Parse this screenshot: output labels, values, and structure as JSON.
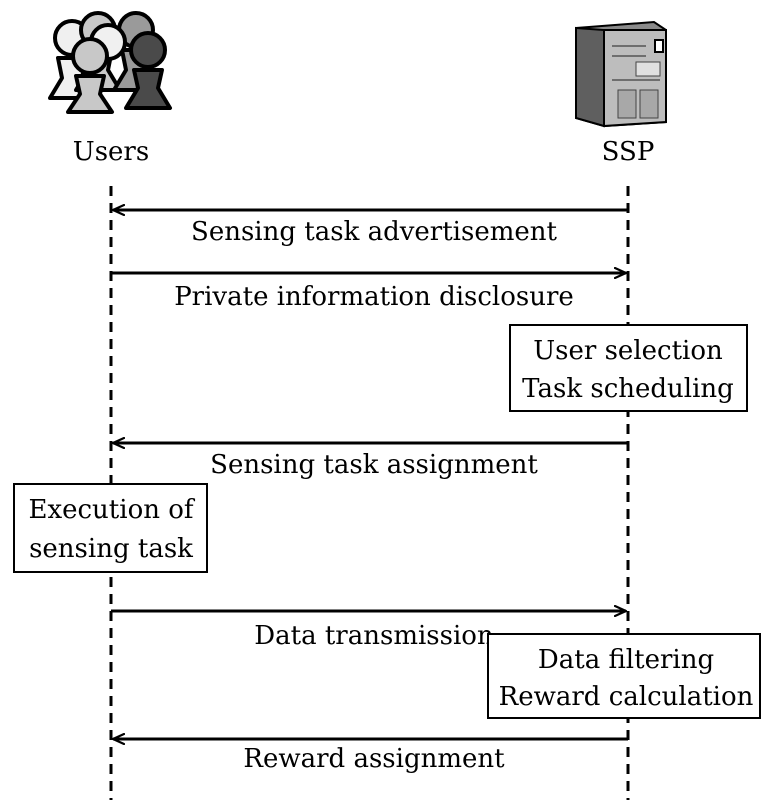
{
  "actors": {
    "users": {
      "label": "Users",
      "icon": "users-icon"
    },
    "ssp": {
      "label": "SSP",
      "icon": "server-icon"
    }
  },
  "messages": [
    {
      "label": "Sensing task advertisement",
      "direction": "to-users"
    },
    {
      "label": "Private information disclosure",
      "direction": "to-ssp"
    },
    {
      "label": "Sensing task assignment",
      "direction": "to-users"
    },
    {
      "label": "Data transmission",
      "direction": "to-ssp"
    },
    {
      "label": "Reward assignment",
      "direction": "to-users"
    }
  ],
  "processes": {
    "ssp_1": [
      "User selection",
      "Task scheduling"
    ],
    "users_1": [
      "Execution of",
      "sensing task"
    ],
    "ssp_2": [
      "Data filtering",
      "Reward calculation"
    ]
  },
  "colors": {
    "person_light": "#f0f0f0",
    "person_mid": "#c8c8c8",
    "person_gray": "#9a9a9a",
    "person_dark": "#4a4a4a",
    "server_body": "#8a8a8a",
    "server_front": "#bdbdbd",
    "line": "#000000"
  }
}
